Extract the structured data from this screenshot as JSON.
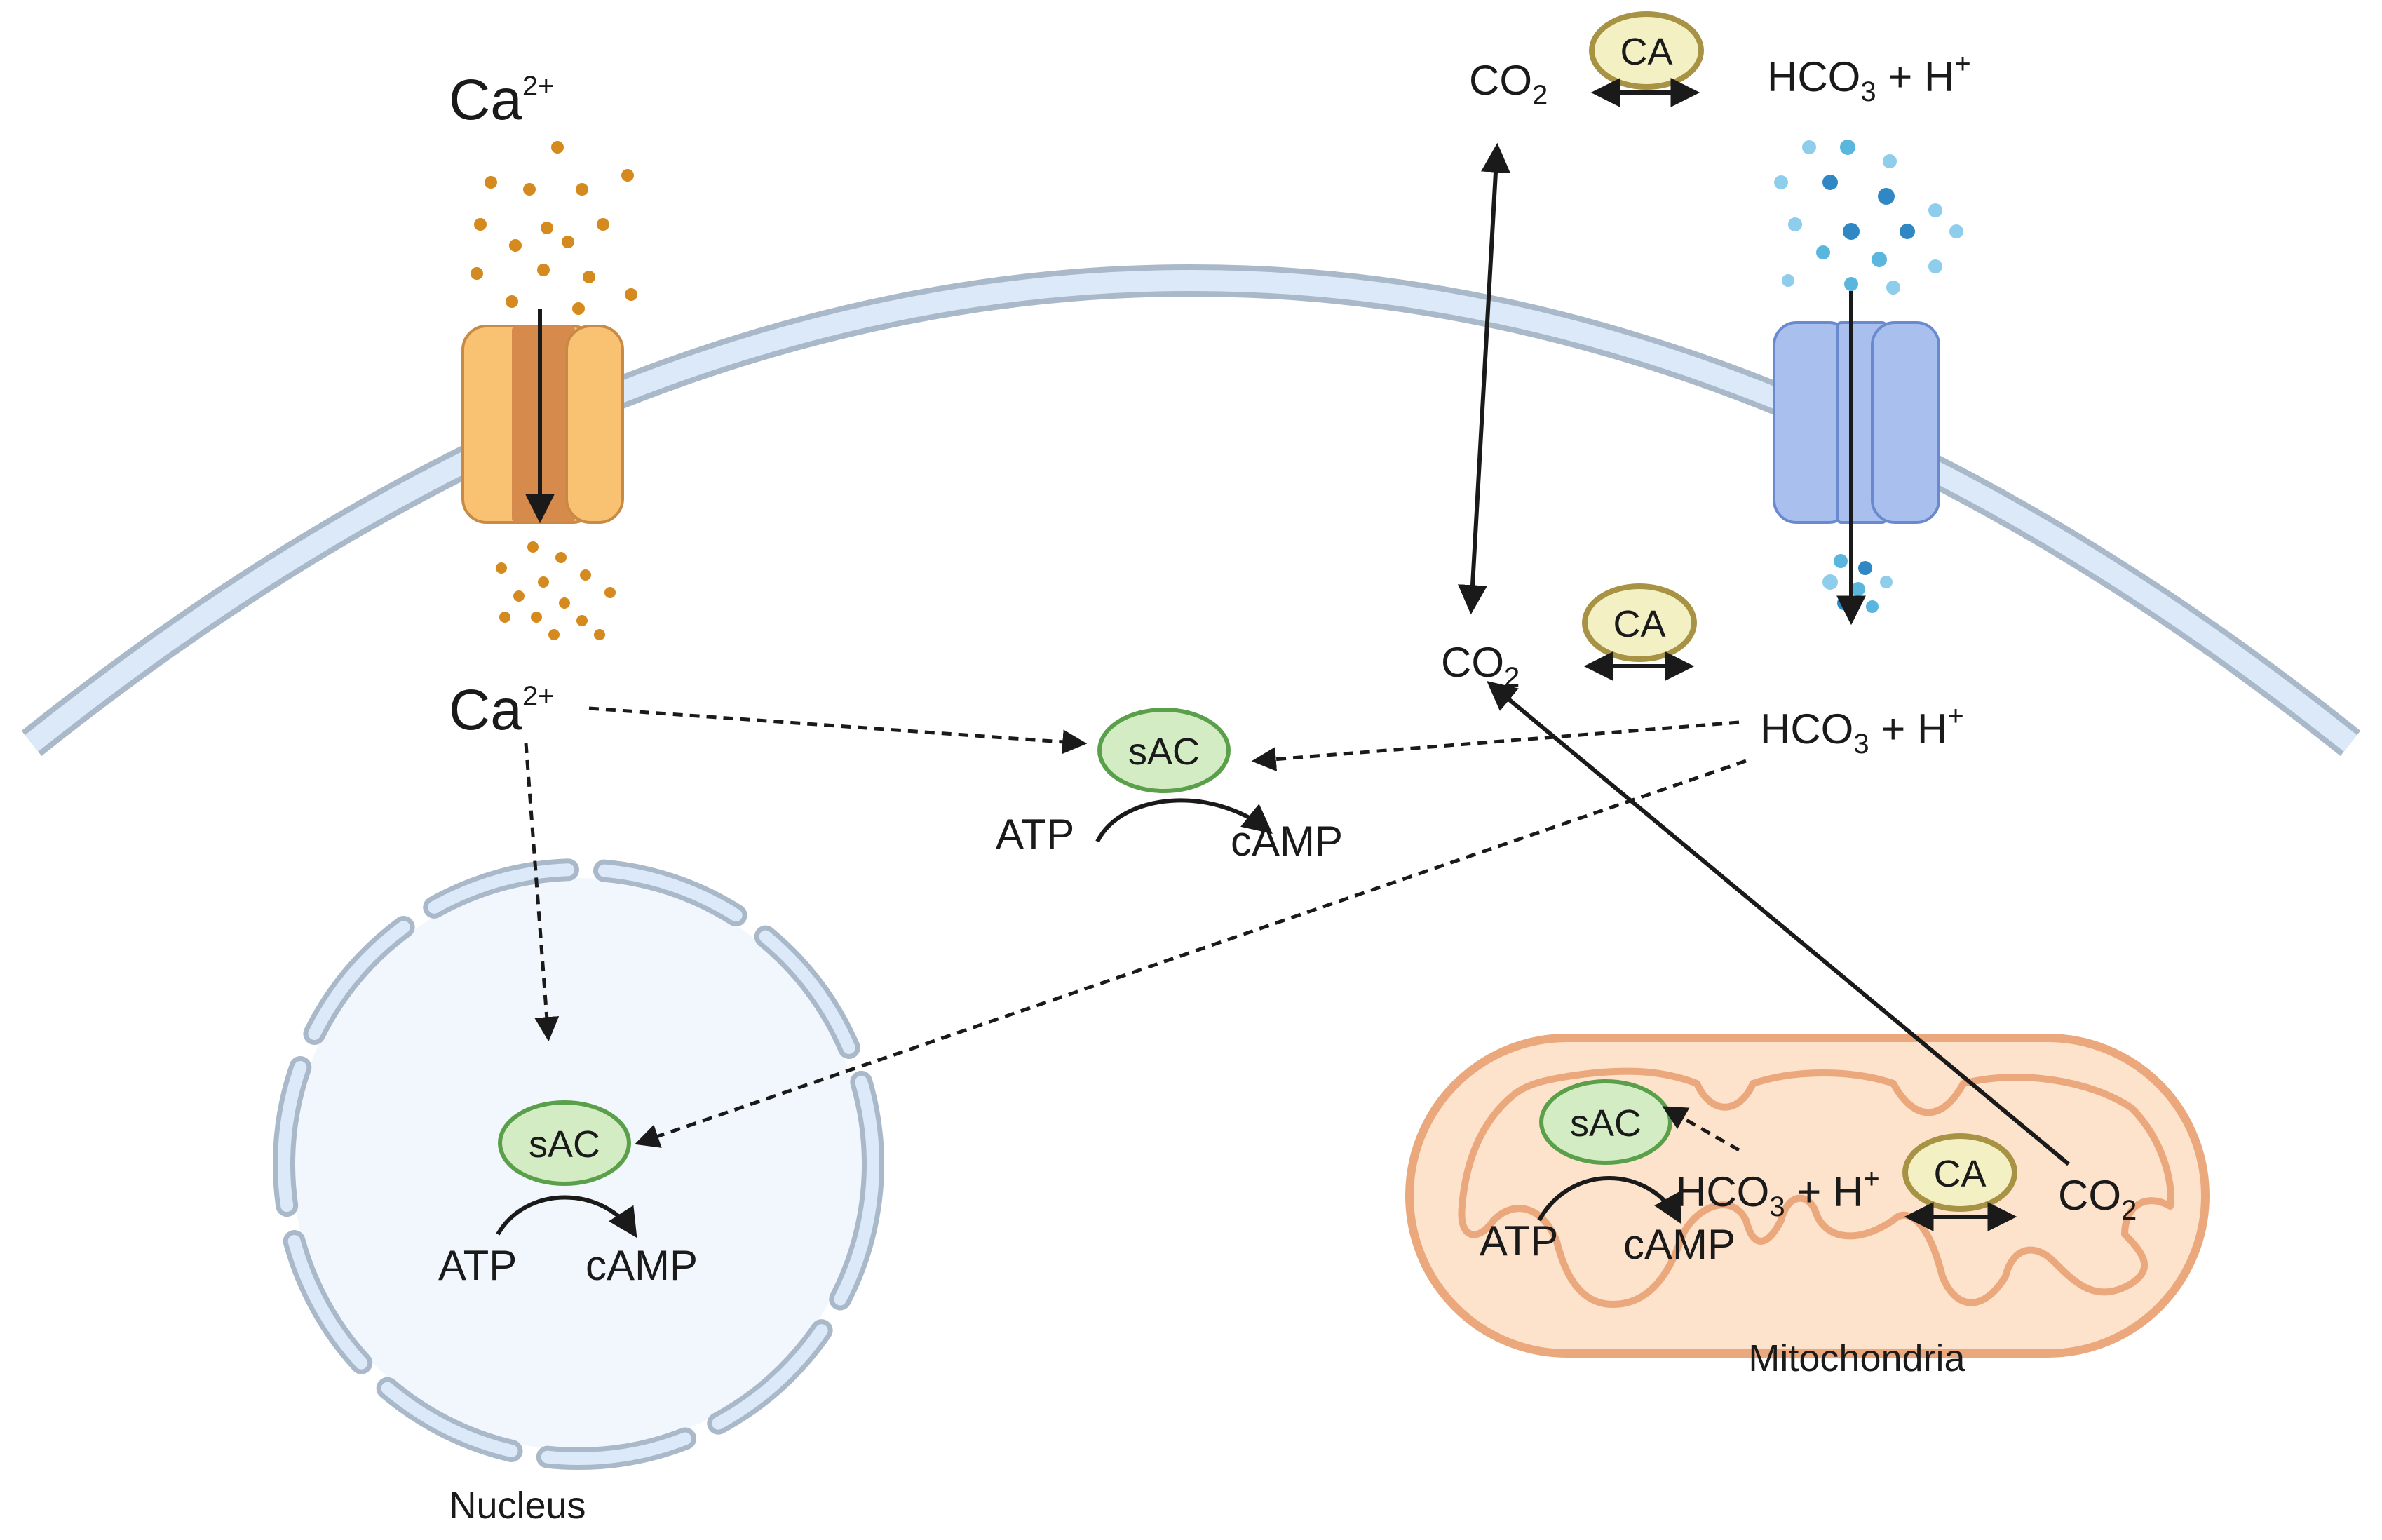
{
  "labels": {
    "ca_outside": "Ca",
    "ca_outside_charge": "2+",
    "ca_inside": "Ca",
    "ca_inside_charge": "2+",
    "co2_main": "CO",
    "co2_main_sub": "2",
    "co2_inside": "CO",
    "co2_inside_sub": "2",
    "co2_mito": "CO",
    "co2_mito_sub": "2",
    "hco3_top": "HCO",
    "hco3_top_sub": "3",
    "hco3_top_tail": " + H",
    "hco3_top_sup": "+",
    "hco3_mid": "HCO",
    "hco3_mid_sub": "3",
    "hco3_mid_tail": " + H",
    "hco3_mid_sup": "+",
    "hco3_mito": "HCO",
    "hco3_mito_sub": "3",
    "hco3_mito_tail": " + H",
    "hco3_mito_sup": "+",
    "ca_enzyme_top": "CA",
    "ca_enzyme_mid": "CA",
    "ca_enzyme_mito": "CA",
    "sac_cytosol": "sAC",
    "sac_nucleus": "sAC",
    "sac_mito": "sAC",
    "atp_cytosol": "ATP",
    "camp_cytosol": "cAMP",
    "atp_nucleus": "ATP",
    "camp_nucleus": "cAMP",
    "atp_mito": "ATP",
    "camp_mito": "cAMP",
    "nucleus": "Nucleus",
    "mitochondria": "Mitochondria"
  },
  "colors": {
    "membrane_outer": "#a9b9c9",
    "membrane_inner": "#dbe9f8",
    "ca_channel": "#f8c272",
    "ca_channel_core": "#d68a4b",
    "ca_ions": "#d48a1e",
    "hco3_channel": "#a9c0ee",
    "hco3_ions": "#5bb6dd",
    "sac_fill": "#d4ecc4",
    "sac_stroke": "#5aa04a",
    "ca_enzyme_fill": "#f3f0c4",
    "ca_enzyme_stroke": "#a89244",
    "nucleus_fill": "#f2f7fd",
    "nucleus_envelope": "#c5d8ec",
    "mito_fill": "#fde2cc",
    "mito_stroke": "#eba87c",
    "arrow": "#1a1a1a"
  },
  "icons": {
    "ca_channel": "calcium-channel-icon",
    "hco3_channel": "bicarbonate-channel-icon",
    "nucleus": "nucleus-icon",
    "mitochondria": "mitochondrion-icon"
  }
}
